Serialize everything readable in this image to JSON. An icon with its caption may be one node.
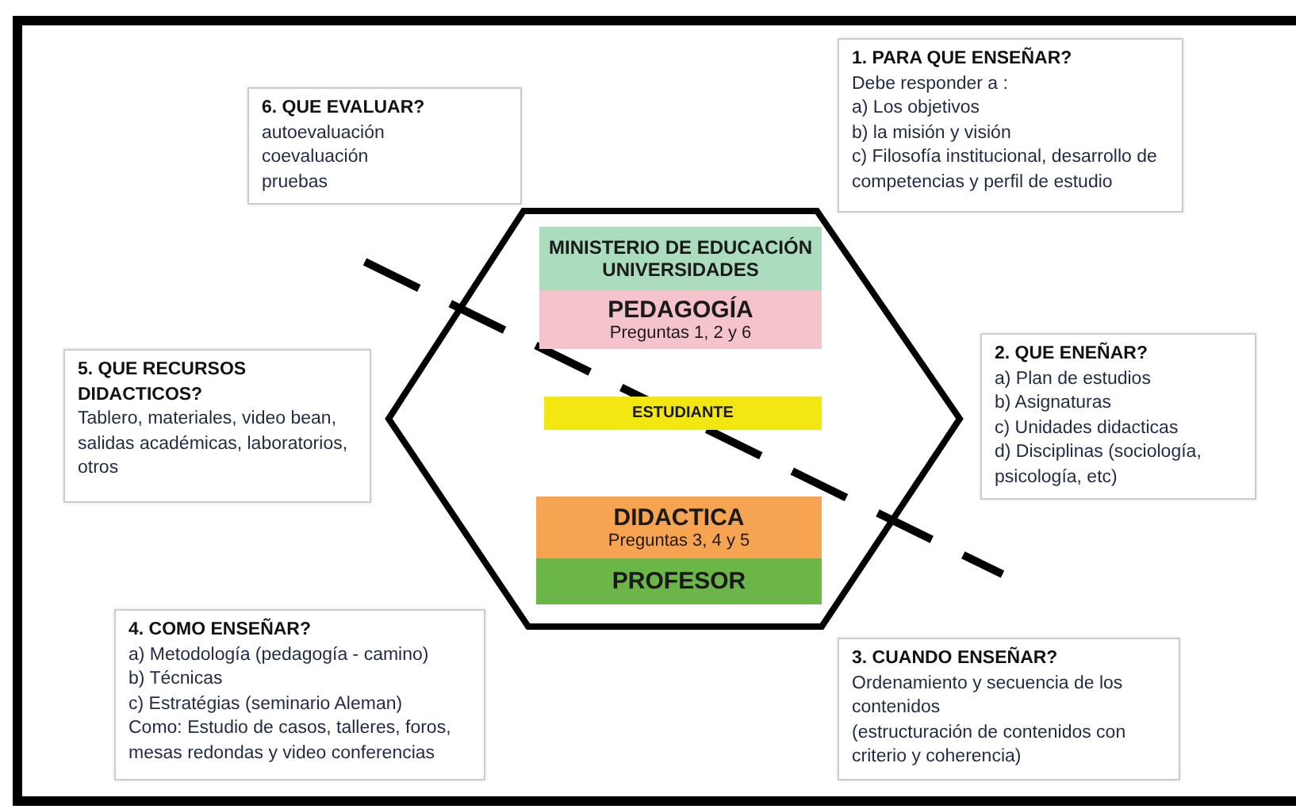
{
  "diagram": {
    "nodes": [
      {
        "text": [
          "1. PARA QUE ENSEÑAR?",
          "Debe responder a :",
          "a) Los objetivos",
          "b) la misión y visión",
          "c) Filosofía institucional, desarrollo de competencias y perfil de estudio"
        ]
      },
      {
        "text": [
          "6. QUE EVALUAR?",
          "autoevaluación",
          "coevaluación",
          "pruebas"
        ]
      },
      {
        "text": [],
        "shape": "hexagon"
      },
      {
        "text": [
          "MINISTERIO DE EDUCACIÓN UNIVERSIDADES"
        ],
        "in": 2
      },
      {
        "text": [
          "PEDAGOGÍA",
          "Preguntas 1, 2 y 6"
        ],
        "in": 2
      },
      {
        "text": [
          "ESTUDIANTE"
        ],
        "in": 2
      },
      {
        "text": [
          "DIDACTICA",
          "Preguntas 3, 4 y 5"
        ],
        "in": 2
      },
      {
        "text": [
          "PROFESOR"
        ],
        "in": 2
      },
      {
        "text": [
          "2. QUE ENEÑAR?",
          "a) Plan de estudios",
          "b) Asignaturas",
          "c) Unidades didacticas",
          "d) Disciplinas (sociología, psicología, etc)"
        ]
      },
      {
        "text": [
          "5. QUE RECURSOS DIDACTICOS?",
          "Tablero, materiales, video bean, salidas académicas, laboratorios, otros"
        ]
      },
      {
        "text": [
          "4. COMO ENSEÑAR?",
          "a) Metodología (pedagogía - camino)",
          "b) Técnicas",
          "c) Estratégias (seminario Aleman)",
          "Como: Estudio de casos, talleres, foros, mesas redondas y video conferencias"
        ]
      },
      {
        "text": [
          "3. CUANDO ENSEÑAR?",
          "Ordenamiento y secuencia de los contenidos",
          "(estructuración de contenidos con criterio y coherencia)"
        ]
      }
    ]
  }
}
